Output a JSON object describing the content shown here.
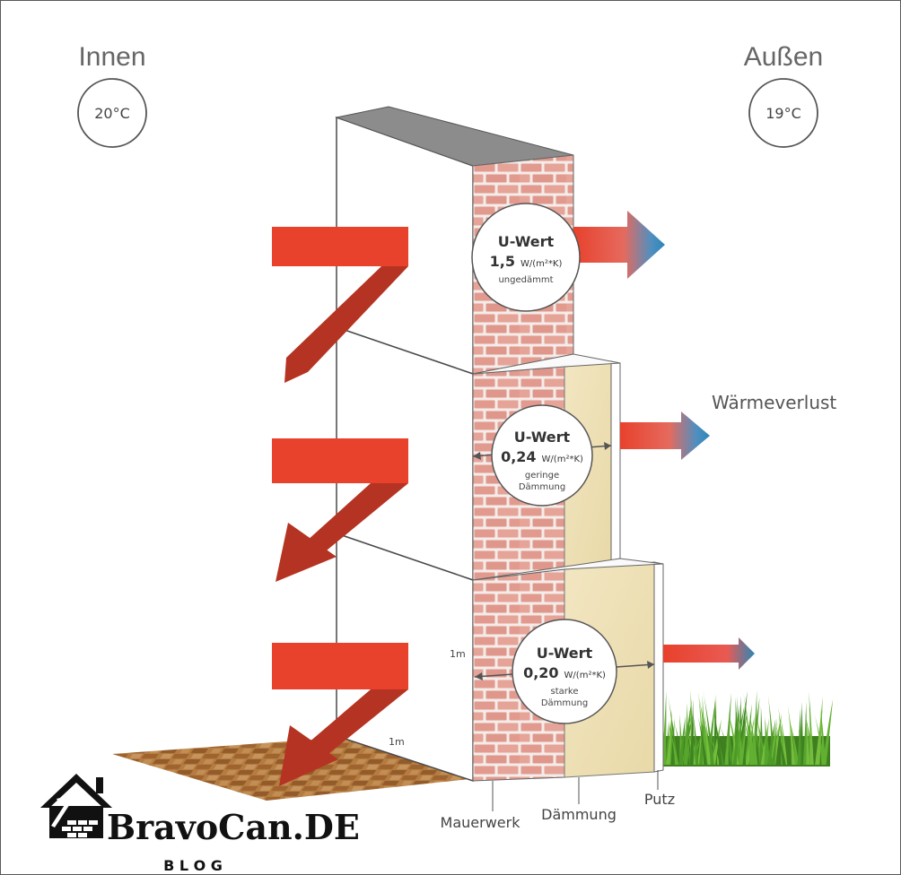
{
  "inside": {
    "label": "Innen",
    "temp": "20°C"
  },
  "outside": {
    "label": "Außen",
    "temp": "19°C"
  },
  "heat_loss_label": "Wärmeverlust",
  "sections": [
    {
      "title": "U-Wert",
      "value": "1,5",
      "unit": "W/(m²*K)",
      "desc1": "ungedämmt",
      "desc2": ""
    },
    {
      "title": "U-Wert",
      "value": "0,24",
      "unit": "W/(m²*K)",
      "desc1": "geringe",
      "desc2": "Dämmung"
    },
    {
      "title": "U-Wert",
      "value": "0,20",
      "unit": "W/(m²*K)",
      "desc1": "starke",
      "desc2": "Dämmung"
    }
  ],
  "dimensions": {
    "height": "1m",
    "depth": "1m"
  },
  "layers": {
    "masonry": "Mauerwerk",
    "insulation": "Dämmung",
    "plaster": "Putz"
  },
  "brand": {
    "name": "BravoCan.DE",
    "tagline": "B L O G"
  },
  "colors": {
    "arrow_red": "#e8412c",
    "arrow_dark": "#b53322",
    "arrow_blue": "#2d86b8",
    "brick": "#e29a8f",
    "insulation": "#eee0b5",
    "grass": "#5aa12e",
    "floor": "#b77a3c"
  }
}
